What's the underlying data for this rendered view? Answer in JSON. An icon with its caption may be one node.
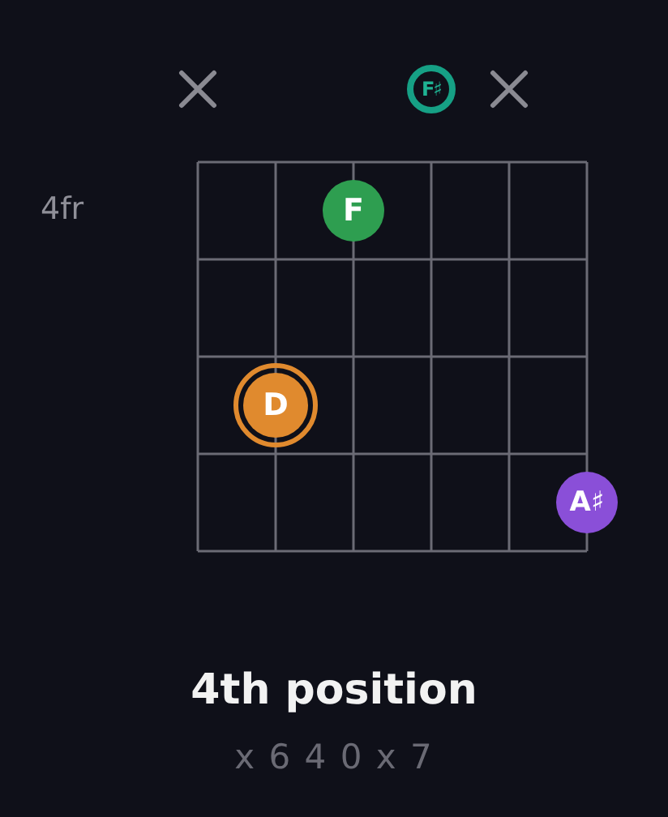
{
  "diagram": {
    "title": "4th position",
    "nodes": [
      {
        "text": [
          "F♯"
        ]
      },
      {
        "text": [
          "F"
        ]
      },
      {
        "text": [
          "D"
        ]
      },
      {
        "text": [
          "A♯"
        ]
      }
    ],
    "labels": [
      "4fr",
      "x 6 4 0 x 7"
    ]
  }
}
